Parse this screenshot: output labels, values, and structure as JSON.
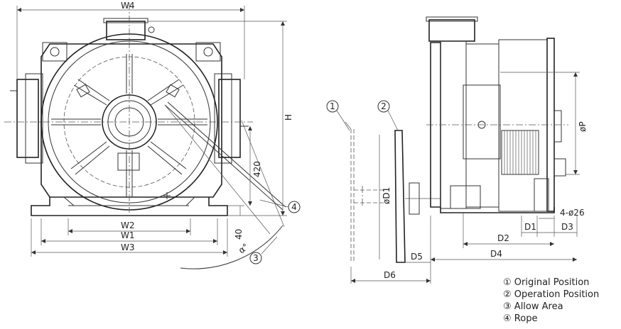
{
  "front_view": {
    "dims": {
      "W4": "W4",
      "H": "H",
      "d420": "420",
      "W2": "W2",
      "W1": "W1",
      "W3": "W3",
      "d40": "40",
      "alpha": "α°"
    },
    "callouts": {
      "three": "3",
      "four": "4"
    }
  },
  "side_view": {
    "dims": {
      "phiP": "øP",
      "holes": "4-ø26",
      "D1": "D1",
      "D2": "D2",
      "D3": "D3",
      "D4": "D4",
      "D5": "D5",
      "D6": "D6",
      "phiD1": "øD1"
    },
    "callouts": {
      "one": "1",
      "two": "2"
    }
  },
  "legend": [
    {
      "marker": "①",
      "text": "Original Position"
    },
    {
      "marker": "②",
      "text": "Operation Position"
    },
    {
      "marker": "③",
      "text": "Allow Area"
    },
    {
      "marker": "④",
      "text": "Rope"
    }
  ]
}
